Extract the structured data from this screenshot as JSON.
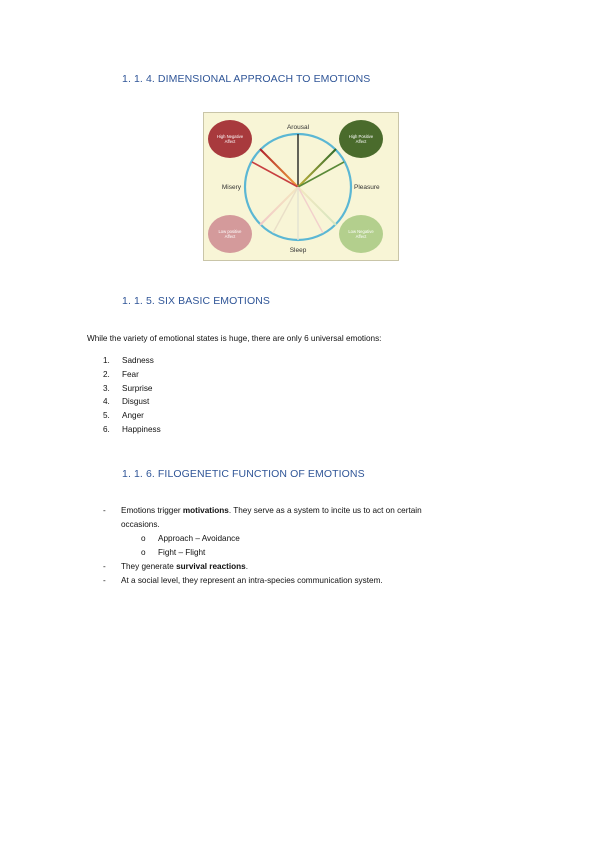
{
  "section_1": {
    "heading": "1. 1. 4. DIMENSIONAL APPROACH TO EMOTIONS"
  },
  "diagram": {
    "top": "Arousal",
    "bottom": "Sleep",
    "left": "Misery",
    "right": "Pleasure",
    "top_left": [
      "High Negative",
      "Affect"
    ],
    "top_right": [
      "High Positive",
      "Affect"
    ],
    "bottom_left": [
      "Low positive",
      "Affect"
    ],
    "bottom_right": [
      "Low Negative",
      "Affect"
    ],
    "colors": {
      "background": "#f8f5d6",
      "circle": "#5bb7d4",
      "top_left": "#a83a3d",
      "top_right": "#4a6b2c",
      "bottom_left": "#d49a9b",
      "bottom_right": "#b3cf8d"
    }
  },
  "section_2": {
    "heading": "1. 1. 5. SIX BASIC EMOTIONS",
    "intro": "While the variety of emotional states is huge, there are only 6 universal emotions:",
    "items": [
      {
        "num": "1.",
        "text": "Sadness"
      },
      {
        "num": "2.",
        "text": "Fear"
      },
      {
        "num": "3.",
        "text": "Surprise"
      },
      {
        "num": "4.",
        "text": "Disgust"
      },
      {
        "num": "5.",
        "text": "Anger"
      },
      {
        "num": "6.",
        "text": "Happiness"
      }
    ]
  },
  "section_3": {
    "heading": "1. 1. 6. FILOGENETIC FUNCTION OF EMOTIONS",
    "dash": "-",
    "bullet_marker": "o",
    "b1_pre": "Emotions trigger ",
    "b1_bold": "motivations",
    "b1_post": ". They serve as a system to incite us to act on certain",
    "b1_line2": "occasions.",
    "sub1": "Approach – Avoidance",
    "sub2": "Fight – Flight",
    "b2_pre": "They generate ",
    "b2_bold": "survival reactions",
    "b2_post": ".",
    "b3": "At a social level, they represent an intra-species communication system."
  }
}
